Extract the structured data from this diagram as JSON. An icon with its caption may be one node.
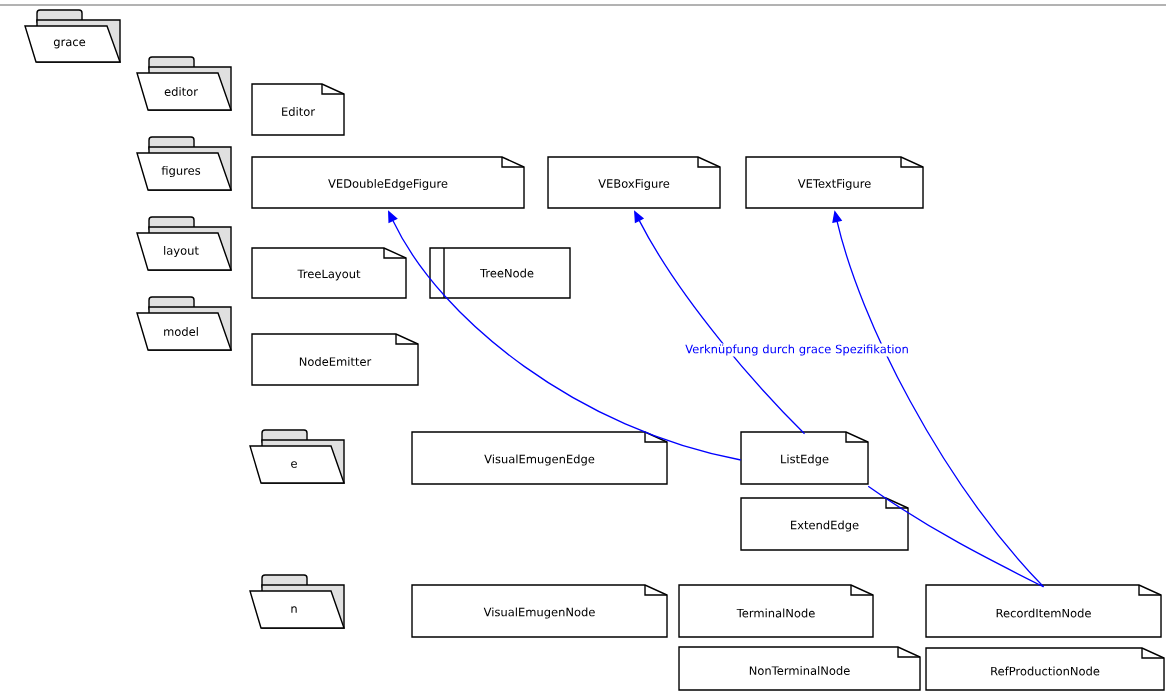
{
  "diagram": {
    "nodes": [
      {
        "text": [
          "grace"
        ]
      },
      {
        "text": [
          "editor"
        ]
      },
      {
        "text": [
          "Editor"
        ]
      },
      {
        "text": [
          "figures"
        ]
      },
      {
        "text": [
          "VEDoubleEdgeFigure"
        ]
      },
      {
        "text": [
          "VEBoxFigure"
        ]
      },
      {
        "text": [
          "VETextFigure"
        ]
      },
      {
        "text": [
          "layout"
        ]
      },
      {
        "text": [
          "TreeLayout"
        ]
      },
      {
        "text": [
          "TreeNode"
        ]
      },
      {
        "text": [
          "model"
        ]
      },
      {
        "text": [
          "NodeEmitter"
        ]
      },
      {
        "text": [
          "e"
        ]
      },
      {
        "text": [
          "VisualEmugenEdge"
        ]
      },
      {
        "text": [
          "ListEdge"
        ]
      },
      {
        "text": [
          "ExtendEdge"
        ]
      },
      {
        "text": [
          "n"
        ]
      },
      {
        "text": [
          "VisualEmugenNode"
        ]
      },
      {
        "text": [
          "TerminalNode"
        ]
      },
      {
        "text": [
          "RecordItemNode"
        ]
      },
      {
        "text": [
          "NonTerminalNode"
        ]
      },
      {
        "text": [
          "RefProductionNode"
        ]
      }
    ],
    "edges": [
      {
        "from": 14,
        "to": 4,
        "arrow": "to"
      },
      {
        "from": 14,
        "to": 5,
        "arrow": "to",
        "label": "Verknüpfung durch grace Spezifikation"
      },
      {
        "from": 19,
        "to": 6,
        "arrow": "to"
      },
      {
        "from": 14,
        "to": 19,
        "arrow": "none"
      }
    ]
  }
}
